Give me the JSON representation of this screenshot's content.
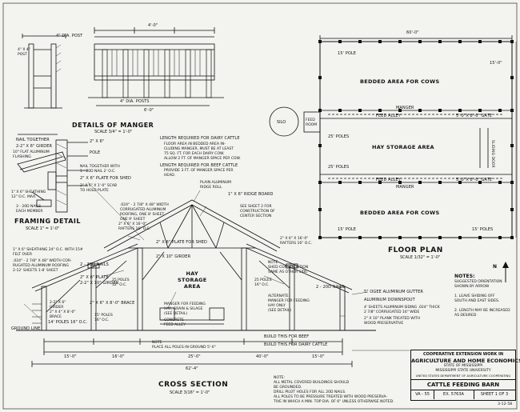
{
  "sheet": {
    "details_of_manger": "DETAILS OF MANGER",
    "details_of_manger_scale": "SCALE  3/4\" = 1'-0\"",
    "framing_detail": "FRAMING DETAIL",
    "framing_detail_scale": "SCALE  1\" = 1'-0\"",
    "cross_section": "CROSS SECTION",
    "cross_section_scale": "SCALE  3/16\" = 1'-0\"",
    "floor_plan": "FLOOR PLAN",
    "floor_plan_scale": "SCALE  1/32\" = 1'-0\""
  },
  "manger_labels": {
    "post": "4\" X 4\"\nPOST",
    "dia_post": "4\" DIA. POST",
    "nail_together": "NAIL TOGETHER",
    "girder": "2-2\" X 6\" GIRDER",
    "plate_aluminum": "10\" FLAT ALUMINUM\nFLASHING",
    "two_x_six": "2\" X 6\"",
    "pole": "POLE",
    "nail_together_2": "NAIL TOGETHER WITH\n1 - 20d NAIL 2' O.C.",
    "shed": "2\" X 6\" PLATE FOR SHED",
    "scab": "2\" X 6\" X 1'-0\" SCAB\nTO HOLD PLATE",
    "sheathing": "1\" X 6\" SHEATHING\n12\" O.C. MAX.",
    "nails": "3 - 20d NAILS\nEACH MEMBER",
    "dia_posts": "4\" DIA. POSTS",
    "dim_top": "4'-0\"",
    "dim_mid": "6'-0\""
  },
  "length_notes": {
    "req_dairy": "LENGTH REQUIRED FOR DAIRY CATTLE",
    "dairy_body": "FLOOR AREA IN BEDDED AREA IN-\nCLUDING MANGER, MUST BE AT LEAST\n75 SQ. FT. FOR EACH DAIRY COW.\nALLOW 2 FT. OF MANGER SPACE PER COW.",
    "req_beef": "LENGTH REQUIRED FOR BEEF CATTLE",
    "beef_body": "PROVIDE 3 FT. OF MANGER SPACE PER\nHEAD."
  },
  "section_labels": {
    "plain_aluminum": "PLAIN ALUMINUM\nRIDGE ROLL",
    "ridge_board": "1\" X 6\" RIDGE BOARD",
    "corrugated": ".024\" - 2 7/8\" X 48\" WIDTH\nCORRUGATED ALUMINUM\nROOFING, ONE 8' SHEET -\nONE 9' SHEET",
    "see_sheet": "SEE SHEET 2 FOR\nCONSTRUCTION OF\nCENTER SECTION",
    "rafters_left": "2\" X 6\" X 16'-0\"\nRAFTERS 16\" O.C.",
    "rafters_right": "2\" X 6\" X 16'-0\"\nRAFTERS 16\" O.C.",
    "sheathing_felt": "1\" X 6\" SHEATHING 24\" O.C. WITH 15#\nFELT OVER",
    "corrugated_left": ".024\" - 2 7/8\" X 48\" WIDTH COR-\nRUGATED ALUMINUM ROOFING\n2-12' SHEETS 1-8' SHEET",
    "plate": "2\" X 6\" PLATE",
    "girder": "2-2\" X 10\" GIRDER",
    "plate_shed": "2\" X 6\" PLATE FOR SHED",
    "girder_center": "2\" X 10\" GIRDER",
    "hay_storage": "HAY\nSTORAGE\nAREA",
    "nails_left": "2 - 20d NAILS",
    "nails_right": "2 - 20d NAILS",
    "poles_left": "25 POLES\n12\" O.C.",
    "poles_right": "25 POLES\n16\" O.C.",
    "brace": "2\" X 6\" X 8'-0\" BRACE",
    "poles_15": "15' POLES\n16\" O.C.",
    "poles_14": "14' POLES 16\" O.C.",
    "girder_2x6": "2-2\" X 6\"\nGIRDER",
    "brace_2x4": "2\" X 4\" X 8'-0\"\nBRACE",
    "ground_line": "GROUND LINE",
    "manger_feeding": "MANGER FOR FEEDING\nHAY, GRAIN & SILAGE\n(SEE DETAIL)",
    "concrete_feed": "CONCRETE\nFEED ALLEY",
    "note_shed": "NOTE\nSHED CONSTRUCTION\nSAME AS OTHER SIDE",
    "alternate": "ALTERNATE:\nMANGER FOR FEEDING\nHAY ONLY\n(SEE DETAIL)",
    "gutter": "5\" OGEE ALUMINUM GUTTER",
    "downspout": "ALUMINUM DOWNSPOUT",
    "siding": "4' SHEETS ALUMINUM SIDING .024\" THICK\n2 7/8\" CORRUGATED 16\" WIDE",
    "planks": "2\" X 10\" PLANK TREATED WITH\nWOOD PRESERVATIVE",
    "build_beef": "BUILD THIS FOR BEEF",
    "build_dairy": "BUILD THIS FOR DAIRY CATTLE",
    "note_poles": "NOTE\nPLACE ALL POLES IN GROUND 5'-0\"",
    "dim_15a": "15'-0\"",
    "dim_16": "16'-0\"",
    "dim_15b": "15'-0\"",
    "dim_25": "25'-0\"",
    "dim_40": "40'-0\"",
    "dim_70": "62'-4\""
  },
  "plan_labels": {
    "dim_top": "60'-0\"",
    "pole_15": "15' POLE",
    "bedded_top": "BEDDED AREA FOR COWS",
    "silo": "SILO",
    "manger": "MANGER",
    "feed_alley": "FEED ALLEY",
    "gate_1": "5'-0\"x 8'-0\" GATE",
    "feed_room": "FEED\nROOM",
    "poles_25": "25' POLES",
    "hay_storage": "HAY STORAGE AREA",
    "sliding_door": "SLIDING DOOR",
    "gate_2": "5'-0\"x 8'-0\" GATE",
    "feed_alley_2": "FEED ALLEY",
    "manger_2": "MANGER",
    "poles_25b": "25' POLES",
    "bedded_bottom": "BEDDED AREA FOR COWS",
    "pole_15b": "15' POLE",
    "pole_15c": "15' POLES",
    "dim_right": "15'-0\"",
    "notes_title": "NOTES:",
    "notes_body": "SUGGESTED ORIENTATION\nSHOWN BY ARROW\n\n1. LEAVE SHIDING OFF\nSOUTH AND EAST SIDES.\n\n2. LENGTH MAY BE INCREASED\nAS DESIRED",
    "north": "N"
  },
  "general_notes": "NOTE:\nALL METAL COVERED BUILDINGS SHOULD\nBE GROUNDED.\nDRILL PILOT HOLES FOR ALL 20d NAILS.\nALL POLES TO BE PRESSURE TREATED WITH WOOD PRESERVA-\nTIVE IN WHICH A MIN. TOP DIA. OF 6\" UNLESS OTHERWISE NOTED.",
  "title_block": {
    "line1": "COOPERATIVE EXTENSION WORK IN",
    "line2": "AGRICULTURE AND HOME ECONOMICS",
    "line3": "STATE OF MISSISSIPPI",
    "line4": "MISSISSIPPI STATE UNIVERSITY",
    "line5": "UNITED STATES DEPARTMENT OF AGRICULTURE COOPERATING",
    "title": "CATTLE FEEDING BARN",
    "code": "VA - 55",
    "ex": "EX. 5763A",
    "sheet": "SHEET 1 OF 3"
  },
  "stamp": "3-12-58"
}
